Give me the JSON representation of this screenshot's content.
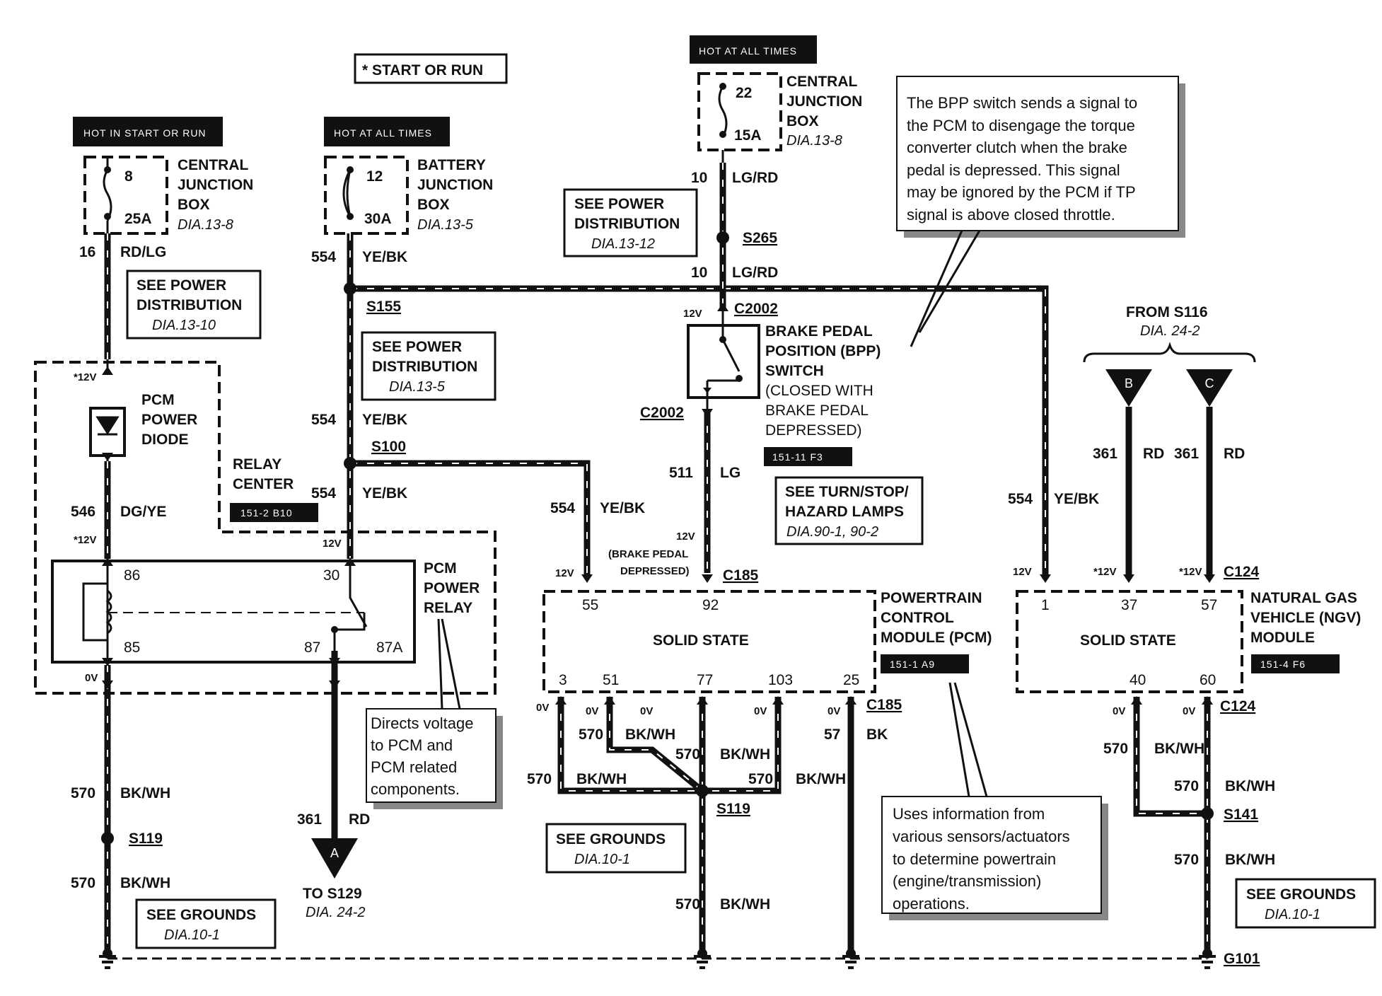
{
  "banners": {
    "start_or_run": "* START OR RUN",
    "hot_in_start_or_run": "HOT IN START OR RUN",
    "hot_at_all_times_1": "HOT AT ALL TIMES",
    "hot_at_all_times_2": "HOT AT ALL TIMES"
  },
  "fuses": {
    "cjb_left": {
      "line1": "CENTRAL",
      "line2": "JUNCTION",
      "line3": "BOX",
      "dia": "DIA.13-8",
      "num": "8",
      "amp": "25A"
    },
    "bjb": {
      "line1": "BATTERY",
      "line2": "JUNCTION",
      "line3": "BOX",
      "dia": "DIA.13-5",
      "num": "12",
      "amp": "30A"
    },
    "cjb_top": {
      "line1": "CENTRAL",
      "line2": "JUNCTION",
      "line3": "BOX",
      "dia": "DIA.13-8",
      "num": "22",
      "amp": "15A"
    }
  },
  "refs": {
    "pd_13_10": {
      "l1": "SEE POWER",
      "l2": "DISTRIBUTION",
      "dia": "DIA.13-10"
    },
    "pd_13_5": {
      "l1": "SEE POWER",
      "l2": "DISTRIBUTION",
      "dia": "DIA.13-5"
    },
    "pd_13_12": {
      "l1": "SEE POWER",
      "l2": "DISTRIBUTION",
      "dia": "DIA.13-12"
    },
    "turn_stop": {
      "l1": "SEE TURN/STOP/",
      "l2": "HAZARD LAMPS",
      "dia": "DIA.90-1, 90-2"
    },
    "grounds_left": {
      "l1": "SEE GROUNDS",
      "dia": "DIA.10-1"
    },
    "grounds_mid": {
      "l1": "SEE GROUNDS",
      "dia": "DIA.10-1"
    },
    "grounds_right": {
      "l1": "SEE GROUNDS",
      "dia": "DIA.10-1"
    }
  },
  "wires": {
    "w16": "16",
    "rdlg": "RD/LG",
    "w554a": "554",
    "yebk_a": "YE/BK",
    "w554b": "554",
    "yebk_b": "YE/BK",
    "w554c": "554",
    "yebk_c": "YE/BK",
    "w554d": "554",
    "yebk_d": "YE/BK",
    "w554e": "554",
    "yebk_e": "YE/BK",
    "w10a": "10",
    "lgrd_a": "LG/RD",
    "w10b": "10",
    "lgrd_b": "LG/RD",
    "w546": "546",
    "dgye": "DG/YE",
    "w511": "511",
    "lg": "LG",
    "w361a": "361",
    "rd_a": "RD",
    "w361b": "361",
    "rd_b": "RD",
    "w361c": "361",
    "rd_c": "RD",
    "w570_1": "570",
    "bkwh_1": "BK/WH",
    "w570_2": "570",
    "bkwh_2": "BK/WH",
    "w570_3": "570",
    "bkwh_3": "BK/WH",
    "w570_4": "570",
    "bkwh_4": "BK/WH",
    "w570_5": "570",
    "bkwh_5": "BK/WH",
    "w570_6": "570",
    "bkwh_6": "BK/WH",
    "w570_7": "570",
    "bkwh_7": "BK/WH",
    "w570_8": "570",
    "bkwh_8": "BK/WH",
    "w570_9": "570",
    "bkwh_9": "BK/WH",
    "w570_10": "570",
    "bkwh_10": "BK/WH",
    "w57": "57",
    "bk": "BK"
  },
  "splices": {
    "s155": "S155",
    "s100": "S100",
    "s265": "S265",
    "s119_left": "S119",
    "s119_mid": "S119",
    "s141": "S141",
    "g101": "G101"
  },
  "connectors": {
    "c2002_top": "C2002",
    "c2002_bot": "C2002",
    "c185_top": "C185",
    "c185_bot": "C185",
    "c124_top": "C124",
    "c124_bot": "C124"
  },
  "voltages": {
    "v12_diode_top": "*12V",
    "v12_diode_bot": "*12V",
    "v12_relay": "12V",
    "v0_relay": "0V",
    "v12_bpp": "12V",
    "v12_c185": "12V",
    "v12_pcm55": "12V",
    "v12_ngv1": "12V",
    "v12_ngv37": "*12V",
    "v12_ngv57": "*12V",
    "v0_a": "0V",
    "v0_b": "0V",
    "v0_c": "0V",
    "v0_d": "0V",
    "v0_e": "0V",
    "v0_f": "0V",
    "v0_g": "0V"
  },
  "components": {
    "diode": {
      "l1": "PCM",
      "l2": "POWER",
      "l3": "DIODE"
    },
    "relay_center": {
      "l1": "RELAY",
      "l2": "CENTER",
      "tag": "151-2 B10"
    },
    "relay": {
      "l1": "PCM",
      "l2": "POWER",
      "l3": "RELAY",
      "p86": "86",
      "p85": "85",
      "p30": "30",
      "p87": "87",
      "p87a": "87A"
    },
    "bpp": {
      "l1": "BRAKE PEDAL",
      "l2": "POSITION (BPP)",
      "l3": "SWITCH",
      "l4": "(CLOSED WITH",
      "l5": "BRAKE PEDAL",
      "l6": "DEPRESSED)",
      "tag": "151-11 F3",
      "note1": "(BRAKE PEDAL",
      "note2": "DEPRESSED)"
    },
    "pcm": {
      "l1": "POWERTRAIN",
      "l2": "CONTROL",
      "l3": "MODULE (PCM)",
      "tag": "151-1 A9",
      "state": "SOLID STATE",
      "p55": "55",
      "p92": "92",
      "p3": "3",
      "p51": "51",
      "p77": "77",
      "p103": "103",
      "p25": "25"
    },
    "ngv": {
      "l1": "NATURAL GAS",
      "l2": "VEHICLE (NGV)",
      "l3": "MODULE",
      "tag": "151-4 F6",
      "state": "SOLID STATE",
      "p1": "1",
      "p37": "37",
      "p57": "57",
      "p40": "40",
      "p60": "60"
    }
  },
  "offpage": {
    "a": "A",
    "b": "B",
    "c": "C",
    "to_s129": "TO S129",
    "to_dia": "DIA. 24-2",
    "from_s116": "FROM S116",
    "from_dia": "DIA. 24-2"
  },
  "notes": {
    "bpp_note": [
      "The BPP switch sends a signal to",
      "the PCM to disengage the torque",
      "converter clutch when the brake",
      "pedal is depressed. This signal",
      "may be ignored by the PCM if TP",
      "signal is above closed throttle."
    ],
    "relay_note": [
      "Directs voltage",
      "to PCM and",
      "PCM related",
      "components."
    ],
    "pcm_note": [
      "Uses information from",
      "various sensors/actuators",
      "to determine powertrain",
      "(engine/transmission)",
      "operations."
    ]
  }
}
